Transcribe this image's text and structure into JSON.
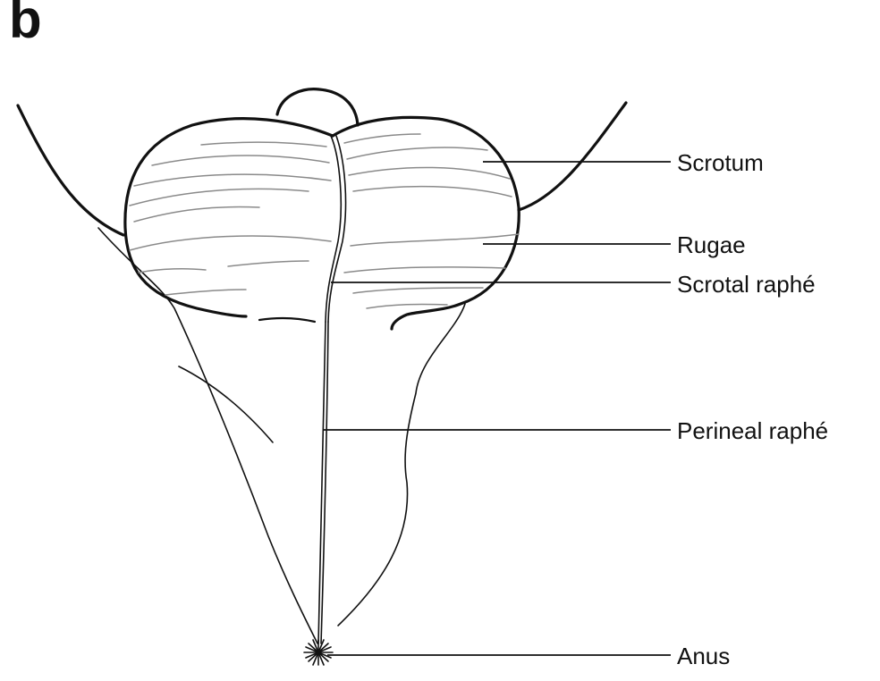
{
  "panel_letter": "b",
  "labels": {
    "scrotum": "Scrotum",
    "rugae": "Rugae",
    "scrotal_raphe": "Scrotal raphé",
    "perineal_raphe": "Perineal raphé",
    "anus": "Anus"
  },
  "colors": {
    "ink": "#111111",
    "rugae": "#8a8a8a",
    "background": "#ffffff"
  }
}
